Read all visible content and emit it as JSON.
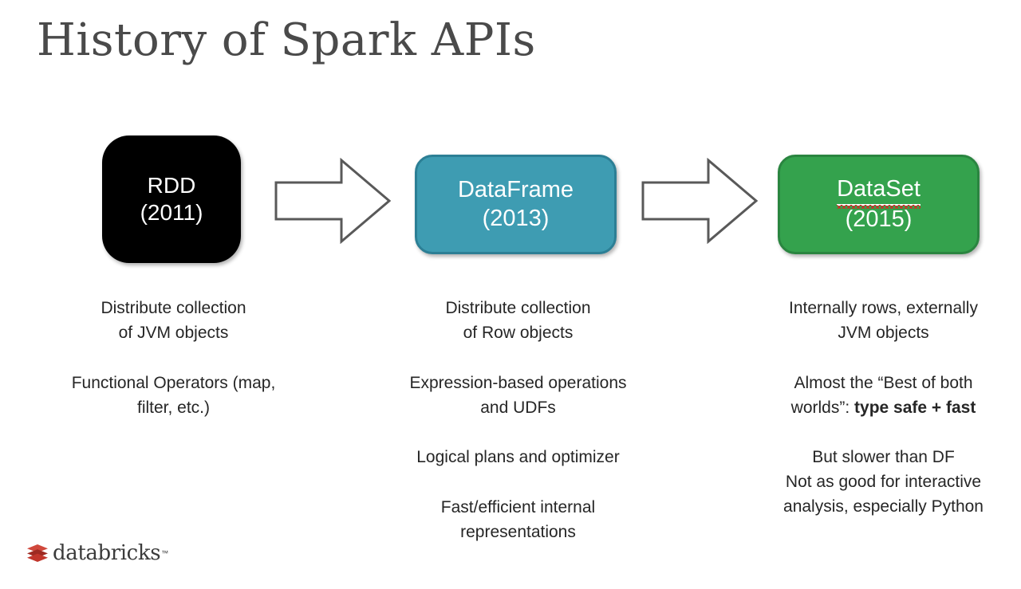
{
  "slide": {
    "title": "History of Spark APIs",
    "background_color": "#ffffff"
  },
  "stages": [
    {
      "id": "rdd",
      "name": "RDD",
      "year": "(2011)",
      "fill_color": "#000000",
      "border_color": "#000000",
      "text_color": "#ffffff",
      "spellcheck_underline": false
    },
    {
      "id": "dataframe",
      "name": "DataFrame",
      "year": "(2013)",
      "fill_color": "#3e9cb2",
      "border_color": "#2c7f95",
      "text_color": "#ffffff",
      "spellcheck_underline": false
    },
    {
      "id": "dataset",
      "name": "DataSet",
      "year": "(2015)",
      "fill_color": "#34a24d",
      "border_color": "#2a8540",
      "text_color": "#ffffff",
      "spellcheck_underline": true,
      "spellcheck_color": "#e02020"
    }
  ],
  "arrows": [
    {
      "id": "arrow-1",
      "direction": "right",
      "stroke_color": "#595959",
      "fill_color": "#ffffff"
    },
    {
      "id": "arrow-2",
      "direction": "right",
      "stroke_color": "#595959",
      "fill_color": "#ffffff"
    }
  ],
  "columns": [
    {
      "id": "col-1",
      "for_stage": "rdd",
      "paragraphs": [
        {
          "lines": [
            "Distribute collection",
            "of JVM objects"
          ]
        },
        {
          "lines": [
            "Functional Operators (map,",
            "filter, etc.)"
          ]
        }
      ]
    },
    {
      "id": "col-2",
      "for_stage": "dataframe",
      "paragraphs": [
        {
          "lines": [
            "Distribute collection",
            "of Row objects"
          ]
        },
        {
          "lines": [
            "Expression-based operations",
            "and UDFs"
          ]
        },
        {
          "lines": [
            "Logical plans and optimizer"
          ]
        },
        {
          "lines": [
            "Fast/efficient internal",
            "representations"
          ]
        }
      ]
    },
    {
      "id": "col-3",
      "for_stage": "dataset",
      "paragraphs": [
        {
          "lines": [
            "Internally rows, externally",
            "JVM objects"
          ]
        },
        {
          "lines_rich": [
            {
              "plain": "Almost the “Best of both"
            },
            {
              "plain": "worlds”: ",
              "bold": "type safe + fast"
            }
          ]
        },
        {
          "lines": [
            "But slower than DF",
            "Not as good for interactive",
            "analysis, especially Python"
          ]
        }
      ]
    }
  ],
  "brand": {
    "wordmark": "databricks",
    "trademark": "™",
    "mark_colors": [
      "#c1352b",
      "#9e2a22",
      "#d0483c"
    ]
  },
  "col1": {
    "p1l1": "Distribute collection",
    "p1l2": "of JVM objects",
    "p2l1": "Functional Operators (map,",
    "p2l2": "filter, etc.)"
  },
  "col2": {
    "p1l1": "Distribute collection",
    "p1l2": "of Row objects",
    "p2l1": "Expression-based operations",
    "p2l2": "and UDFs",
    "p3l1": "Logical plans and optimizer",
    "p4l1": "Fast/efficient internal",
    "p4l2": "representations"
  },
  "col3": {
    "p1l1": "Internally rows, externally",
    "p1l2": "JVM objects",
    "p2l1": "Almost the “Best of both",
    "p2l2a": "worlds”: ",
    "p2l2b": "type safe + fast",
    "p3l1": "But slower than DF",
    "p3l2": "Not as good for interactive",
    "p3l3": "analysis, especially Python"
  }
}
